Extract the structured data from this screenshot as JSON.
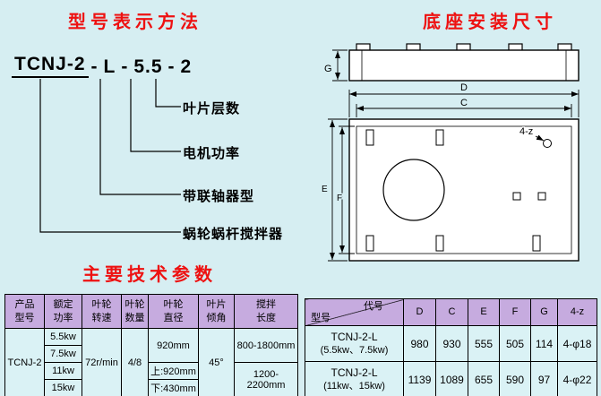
{
  "page": {
    "bg": "#d6eef2",
    "accent_red": "#ee1111",
    "table_header_bg": "#c6abdf",
    "table_cell_bg": "#daf2f5"
  },
  "headings": {
    "model_method": "型号表示方法",
    "base_dims": "底座安装尺寸",
    "tech_params": "主要技术参数"
  },
  "model_code": {
    "series": "TCNJ-2",
    "separator": "-",
    "coupling": "L",
    "power": "5.5",
    "layers": "2",
    "callouts": [
      "叶片层数",
      "电机功率",
      "带联轴器型",
      "蜗轮蜗杆搅拌器"
    ]
  },
  "drawing": {
    "dim_d": "D",
    "dim_c": "C",
    "dim_e": "E",
    "dim_f": "F",
    "dim_g": "G",
    "holes_label": "4-z"
  },
  "spec_table": {
    "headers": [
      "产品型号",
      "额定功率",
      "叶轮转速",
      "叶轮数量",
      "叶轮直径",
      "叶片倾角",
      "搅拌长度"
    ],
    "model": "TCNJ-2",
    "rated_powers": [
      "5.5kw",
      "7.5kw",
      "11kw",
      "15kw"
    ],
    "impeller_speed": "72r/min",
    "impeller_count": "4/8",
    "impeller_diameter_small": "920mm",
    "impeller_diameter_upper": "上:920mm",
    "impeller_diameter_lower": "下:430mm",
    "blade_angle": "45°",
    "mixing_length_small": "800-1800mm",
    "mixing_length_large": "1200-2200mm"
  },
  "dims_table": {
    "corner_top": "代号",
    "corner_bottom": "型号",
    "headers": [
      "D",
      "C",
      "E",
      "F",
      "G",
      "4-z"
    ],
    "rows": [
      {
        "model": "TCNJ-2-L",
        "variant": "(5.5kw、7.5kw)",
        "values": [
          "980",
          "930",
          "555",
          "505",
          "114",
          "4-φ18"
        ]
      },
      {
        "model": "TCNJ-2-L",
        "variant": "(11kw、15kw)",
        "values": [
          "1139",
          "1089",
          "655",
          "590",
          "97",
          "4-φ22"
        ]
      }
    ]
  }
}
